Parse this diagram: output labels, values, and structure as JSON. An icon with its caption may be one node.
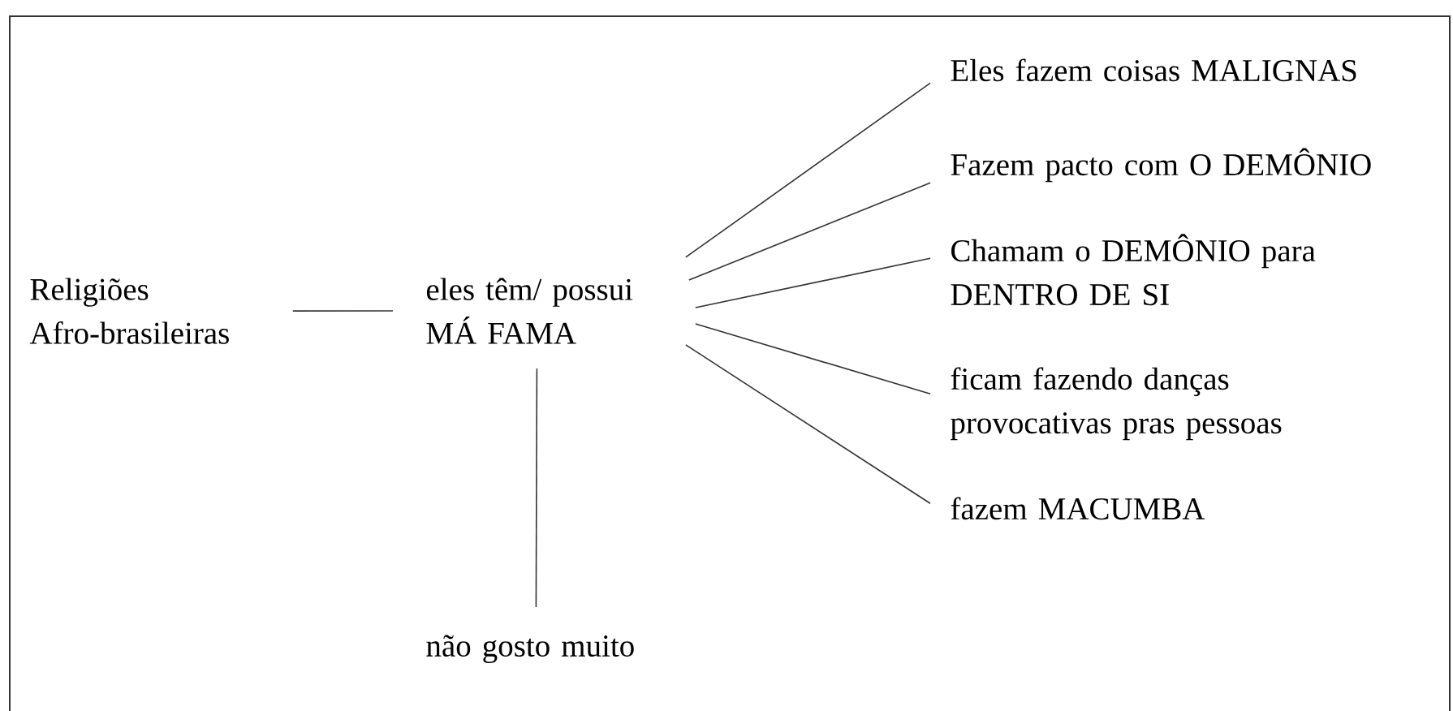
{
  "diagram": {
    "nodes": [
      {
        "text": [
          "Religiões Afro-brasileiras"
        ]
      },
      {
        "text": [
          "eles têm/ possui MÁ FAMA"
        ]
      },
      {
        "text": [
          "não gosto muito"
        ]
      },
      {
        "text": [
          "Eles fazem coisas MALIGNAS"
        ]
      },
      {
        "text": [
          "Fazem pacto com O DEMÔNIO"
        ]
      },
      {
        "text": [
          "Chamam o DEMÔNIO para DENTRO DE SI"
        ]
      },
      {
        "text": [
          "ficam fazendo danças provocativas pras pessoas"
        ]
      },
      {
        "text": [
          "fazem MACUMBA"
        ]
      }
    ],
    "edges": [
      {
        "from": 0,
        "to": 1,
        "arrow": "none"
      },
      {
        "from": 1,
        "to": 2,
        "arrow": "none"
      },
      {
        "from": 1,
        "to": 3,
        "arrow": "none"
      },
      {
        "from": 1,
        "to": 4,
        "arrow": "none"
      },
      {
        "from": 1,
        "to": 5,
        "arrow": "none"
      },
      {
        "from": 1,
        "to": 6,
        "arrow": "none"
      },
      {
        "from": 1,
        "to": 7,
        "arrow": "none"
      }
    ]
  }
}
